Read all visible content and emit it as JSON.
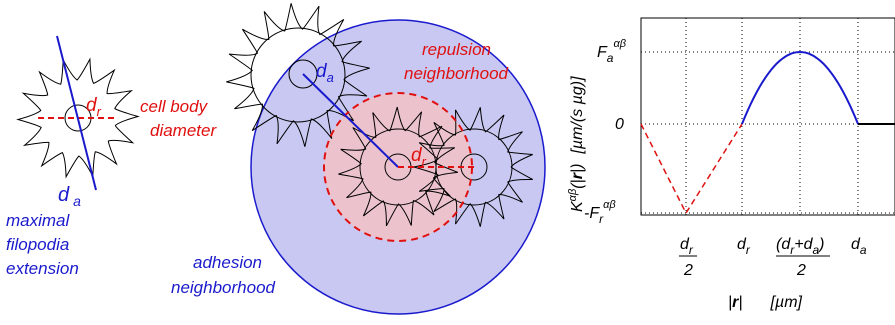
{
  "left_panel": {
    "dr_label": "d",
    "dr_sub": "r",
    "da_label": "d",
    "da_sub": "a",
    "cell_body_line1": "cell body",
    "cell_body_line2": "diameter",
    "filopodia_line1": "maximal",
    "filopodia_line2": "filopodia",
    "filopodia_line3": "extension"
  },
  "middle_panel": {
    "da_label": "d",
    "da_sub": "a",
    "dr_label": "d",
    "dr_sub": "r",
    "repulsion_line1": "repulsion",
    "repulsion_line2": "neighborhood",
    "adhesion_line1": "adhesion",
    "adhesion_line2": "neighborhood"
  },
  "right_panel": {
    "y_ticks": {
      "top_main": "F",
      "top_sub": "a",
      "top_sup": "αβ",
      "zero": "0",
      "bottom_main": "-F",
      "bottom_sub": "r",
      "bottom_sup": "αβ"
    },
    "y_axis_label": {
      "k": "K",
      "k_sup": "αβ",
      "r_open": "(|",
      "r_bold": "r",
      "r_close": "|)",
      "unit": "[µm/(s µg)]"
    },
    "x_ticks": {
      "half_dr_num_main": "d",
      "half_dr_num_sub": "r",
      "half_dr_den": "2",
      "dr_main": "d",
      "dr_sub": "r",
      "sum_num": "(d",
      "sum_num_sub1": "r",
      "sum_num_mid": "+d",
      "sum_num_sub2": "a",
      "sum_num_close": ")",
      "sum_den": "2",
      "da_main": "d",
      "da_sub": "a"
    },
    "x_axis_label": {
      "bar_open": "|",
      "bold_r": "r",
      "bar_close": "|",
      "unit": "[µm]"
    },
    "colors": {
      "adhesion": "#1a1acd",
      "repulsion": "#e01010"
    }
  }
}
